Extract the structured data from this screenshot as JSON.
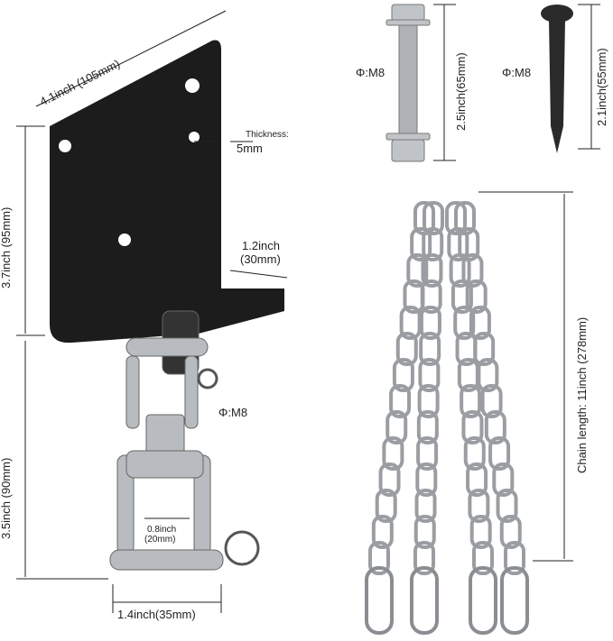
{
  "labels": {
    "plate_width": "4.1inch (105mm)",
    "thickness_title": "Thickness:",
    "thickness_value": "5mm",
    "plate_height": "3.7inch (95mm)",
    "ledge_depth_1": "1.2inch",
    "ledge_depth_2": "(30mm)",
    "swivel_diameter": "Φ:M8",
    "swivel_length": "3.5inch (90mm)",
    "shackle_gap_1": "0.8inch",
    "shackle_gap_2": "(20mm)",
    "shackle_width": "1.4inch(35mm)",
    "bolt_diameter": "Φ:M8",
    "bolt_length": "2.5inch(65mm)",
    "screw_diameter": "Φ:M8",
    "screw_length": "2.1inch(55mm)",
    "chain_length": "Chain length: 11inch (278mm)"
  },
  "colors": {
    "plate": "#1c1c1c",
    "steel": "#b8bcc0",
    "dim_line": "#222222"
  }
}
